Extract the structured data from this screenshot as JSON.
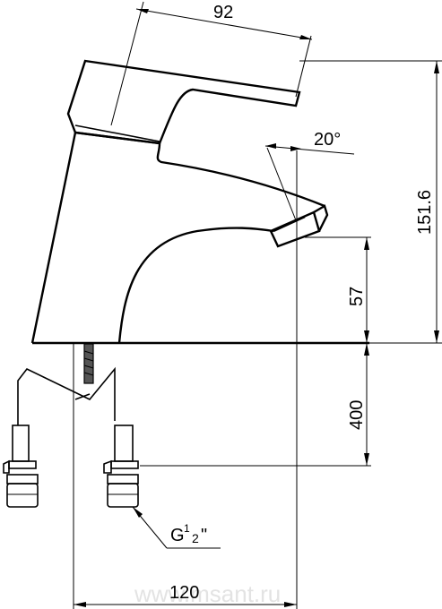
{
  "drawing": {
    "subject": "faucet-technical-drawing",
    "dimensions": {
      "handle_width": "92",
      "spout_angle": "20°",
      "total_height": "151.6",
      "spout_height": "57",
      "hose_length": "400",
      "hose_spacing": "120"
    },
    "thread_label": {
      "base": "G",
      "sup": "1",
      "sub": "2",
      "suffix": "\""
    },
    "watermark": "www.msant.ru"
  }
}
